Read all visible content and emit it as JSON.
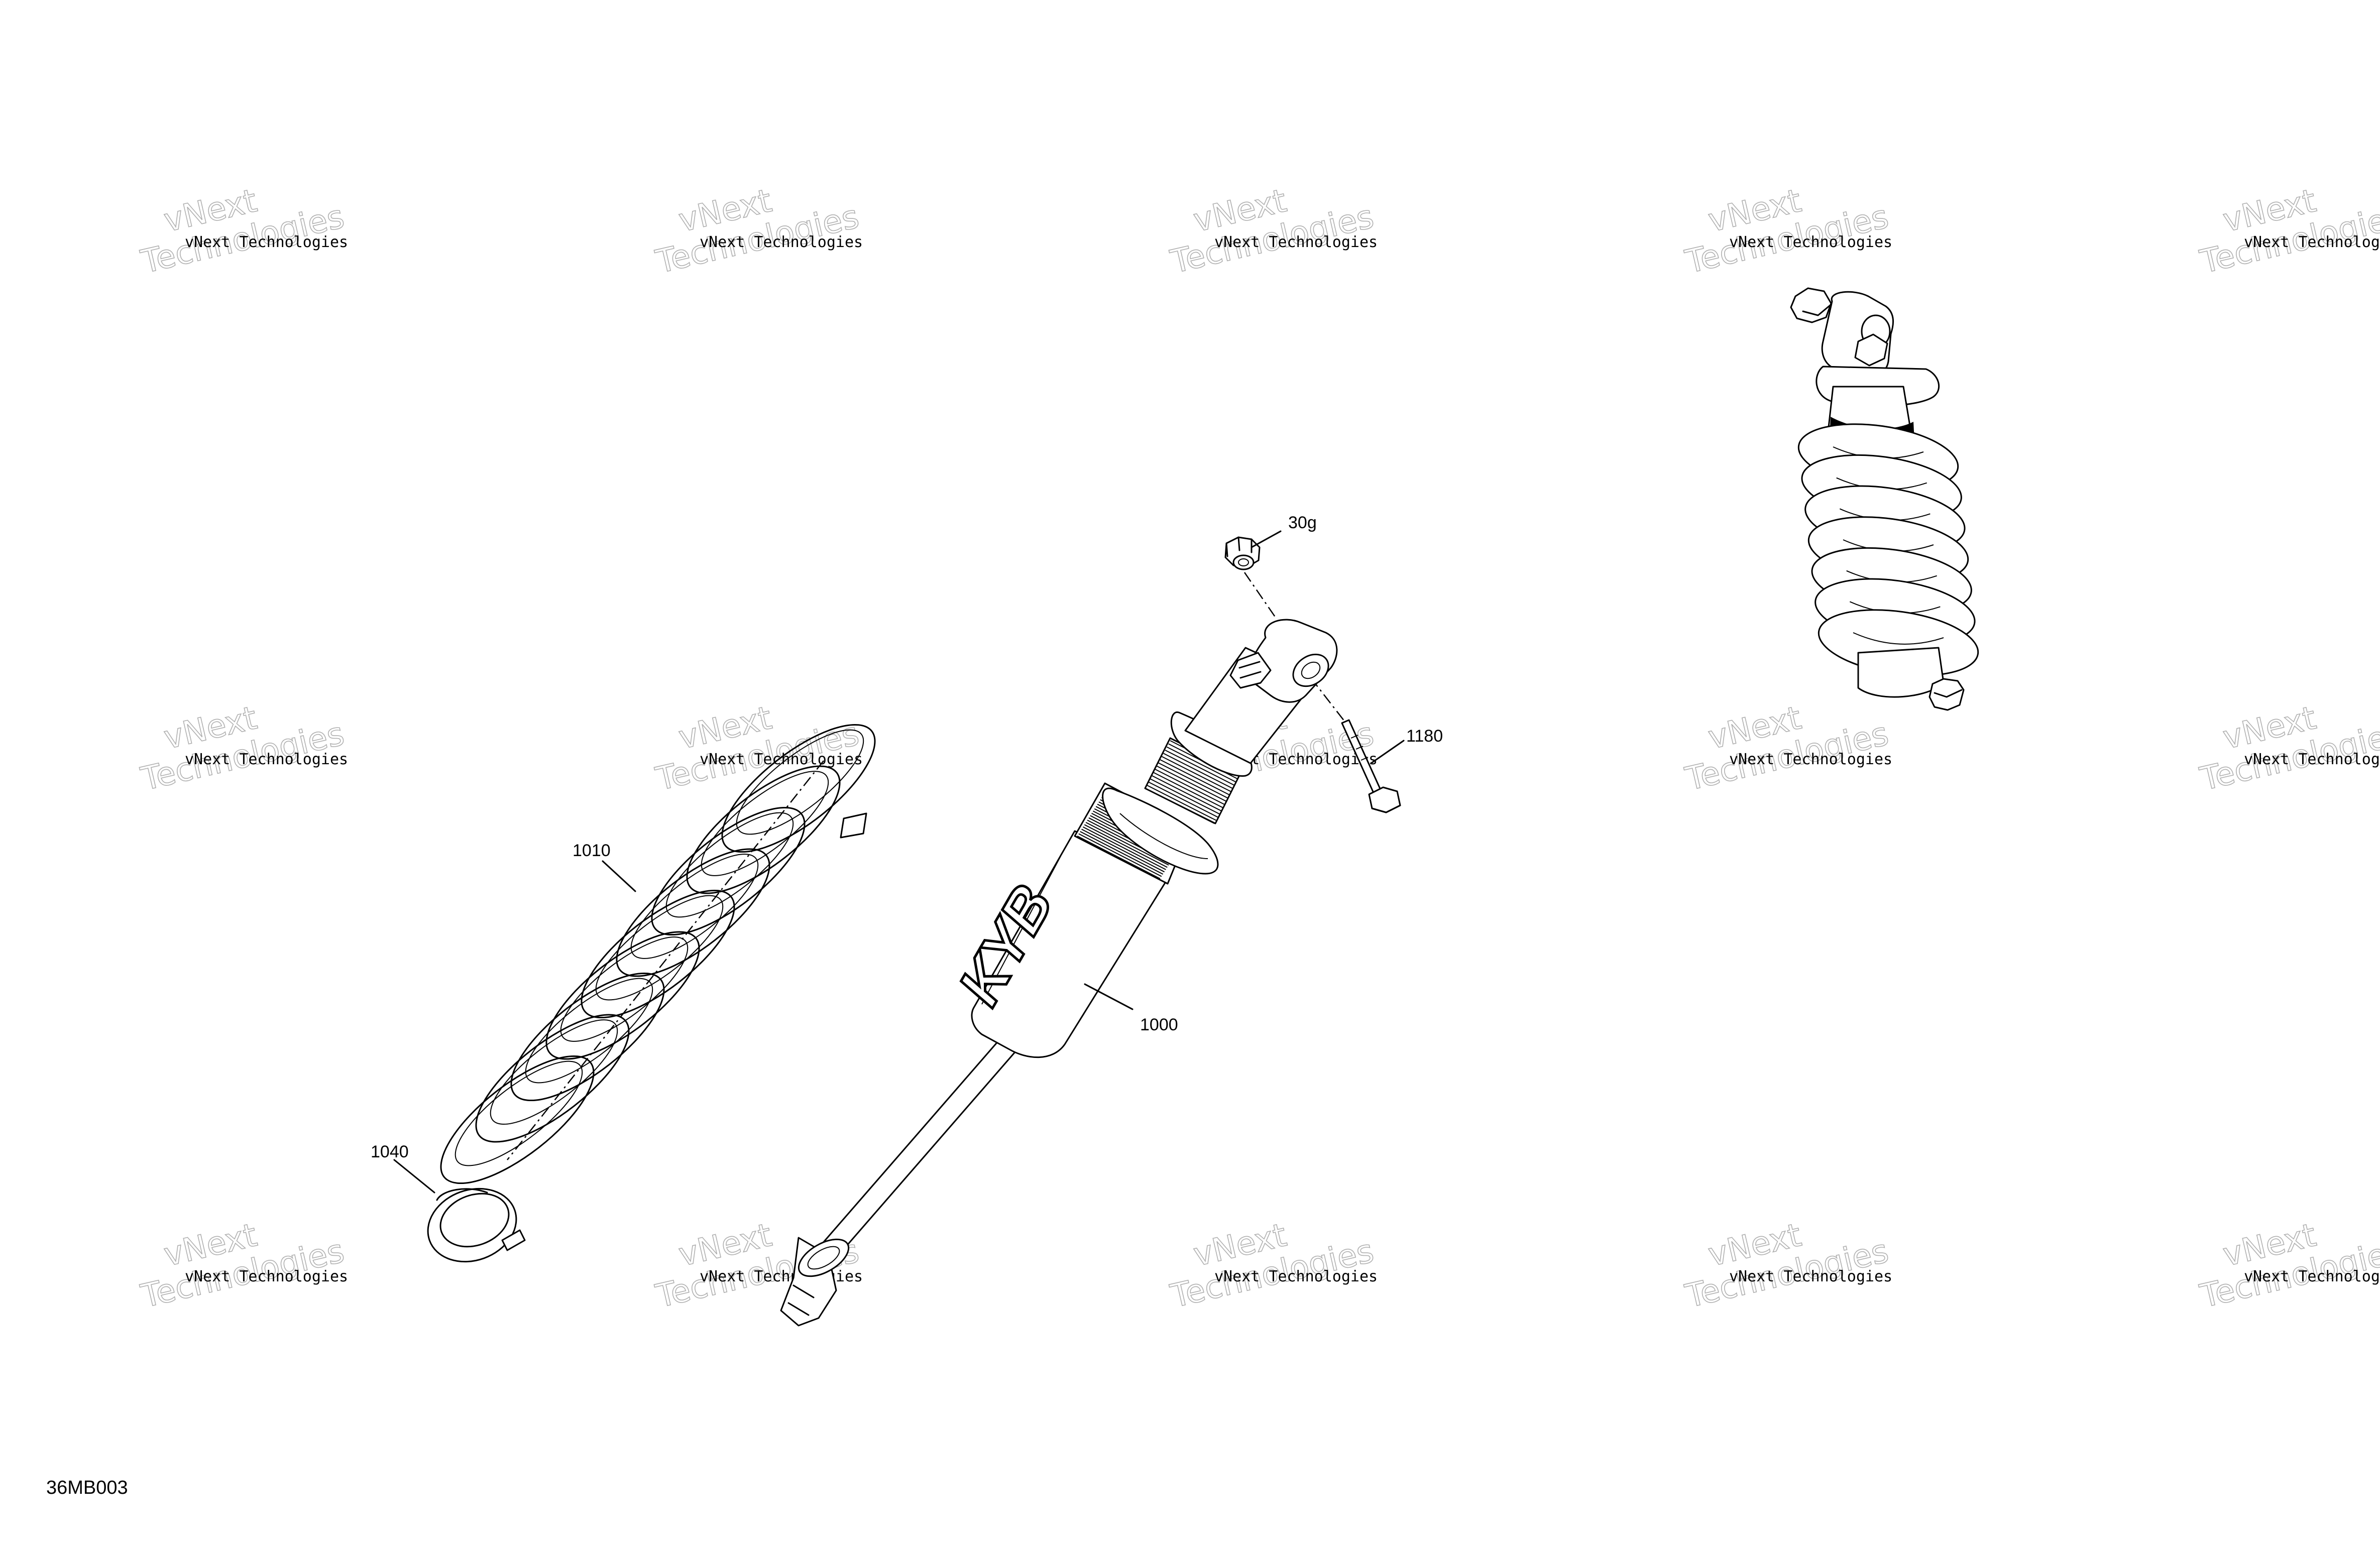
{
  "diagram": {
    "reference_code": "36MB003",
    "callouts": [
      {
        "id": "30g",
        "label": "30g"
      },
      {
        "id": "1180",
        "label": "1180"
      },
      {
        "id": "1010",
        "label": "1010"
      },
      {
        "id": "1000",
        "label": "1000"
      },
      {
        "id": "1040",
        "label": "1040"
      }
    ],
    "shock_logo_text": "KYB"
  },
  "watermark": {
    "line_small": "vNext Technologies",
    "big_top": "vNext",
    "big_bottom": "Technologies"
  }
}
